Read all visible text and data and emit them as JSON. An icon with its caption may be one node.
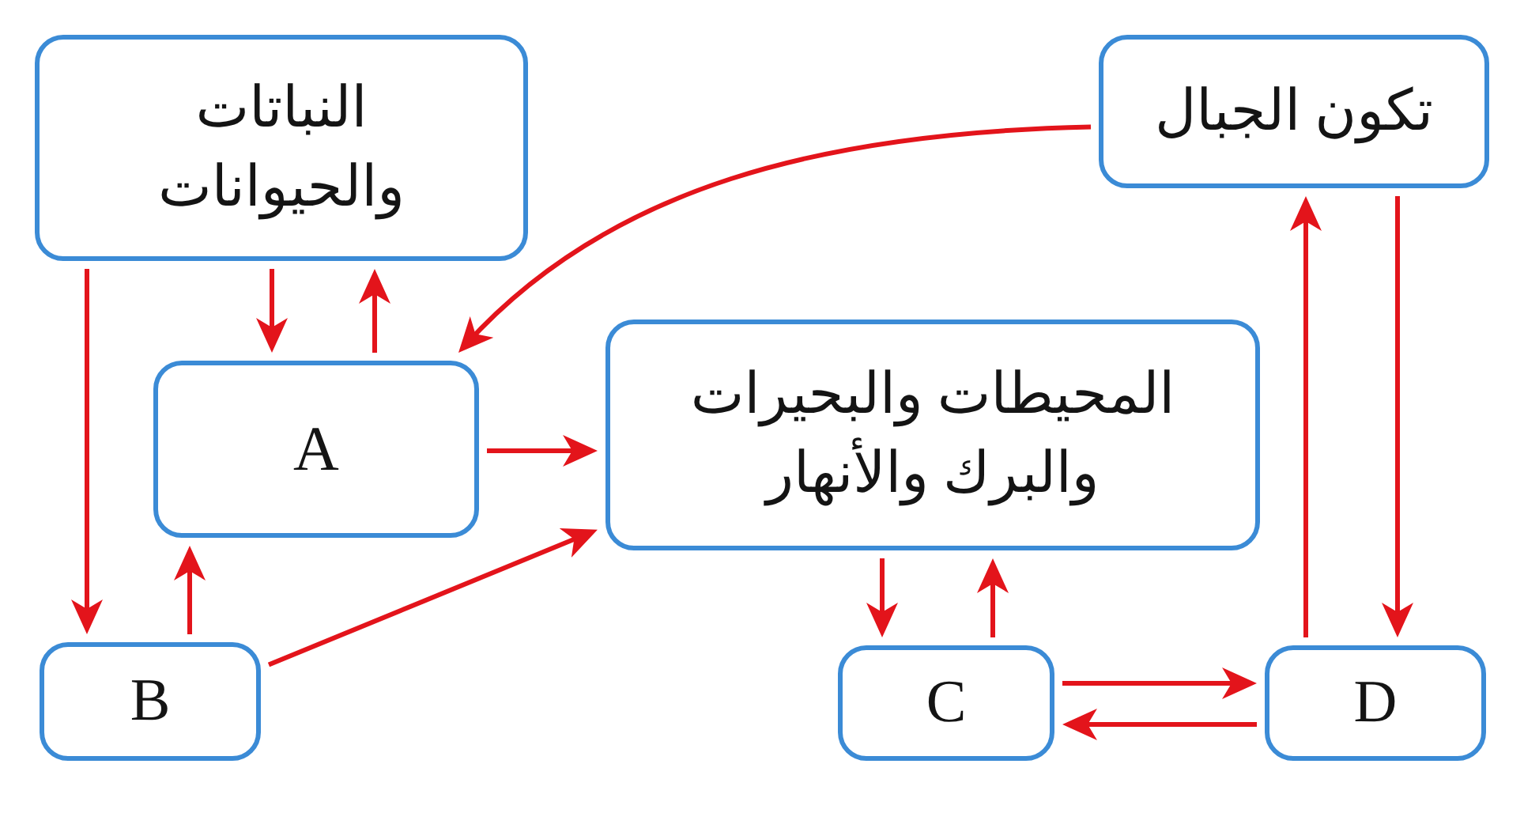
{
  "diagram": {
    "nodes": [
      {
        "text": [
          "النباتات والحيوانات"
        ]
      },
      {
        "text": [
          "تكون الجبال"
        ]
      },
      {
        "text": [
          "A"
        ]
      },
      {
        "text": [
          "المحيطات والبحيرات والبرك والأنهار"
        ]
      },
      {
        "text": [
          "B"
        ]
      },
      {
        "text": [
          "C"
        ]
      },
      {
        "text": [
          "D"
        ]
      }
    ],
    "edges": [
      {
        "from": 0,
        "to": 2,
        "arrow": "to"
      },
      {
        "from": 2,
        "to": 0,
        "arrow": "to"
      },
      {
        "from": 0,
        "to": 4,
        "arrow": "to"
      },
      {
        "from": 1,
        "to": 2,
        "arrow": "to"
      },
      {
        "from": 2,
        "to": 3,
        "arrow": "to"
      },
      {
        "from": 4,
        "to": 2,
        "arrow": "to"
      },
      {
        "from": 4,
        "to": 3,
        "arrow": "to"
      },
      {
        "from": 3,
        "to": 5,
        "arrow": "to"
      },
      {
        "from": 5,
        "to": 3,
        "arrow": "to"
      },
      {
        "from": 5,
        "to": 6,
        "arrow": "to"
      },
      {
        "from": 6,
        "to": 5,
        "arrow": "to"
      },
      {
        "from": 6,
        "to": 1,
        "arrow": "to"
      },
      {
        "from": 1,
        "to": 6,
        "arrow": "to"
      }
    ]
  }
}
